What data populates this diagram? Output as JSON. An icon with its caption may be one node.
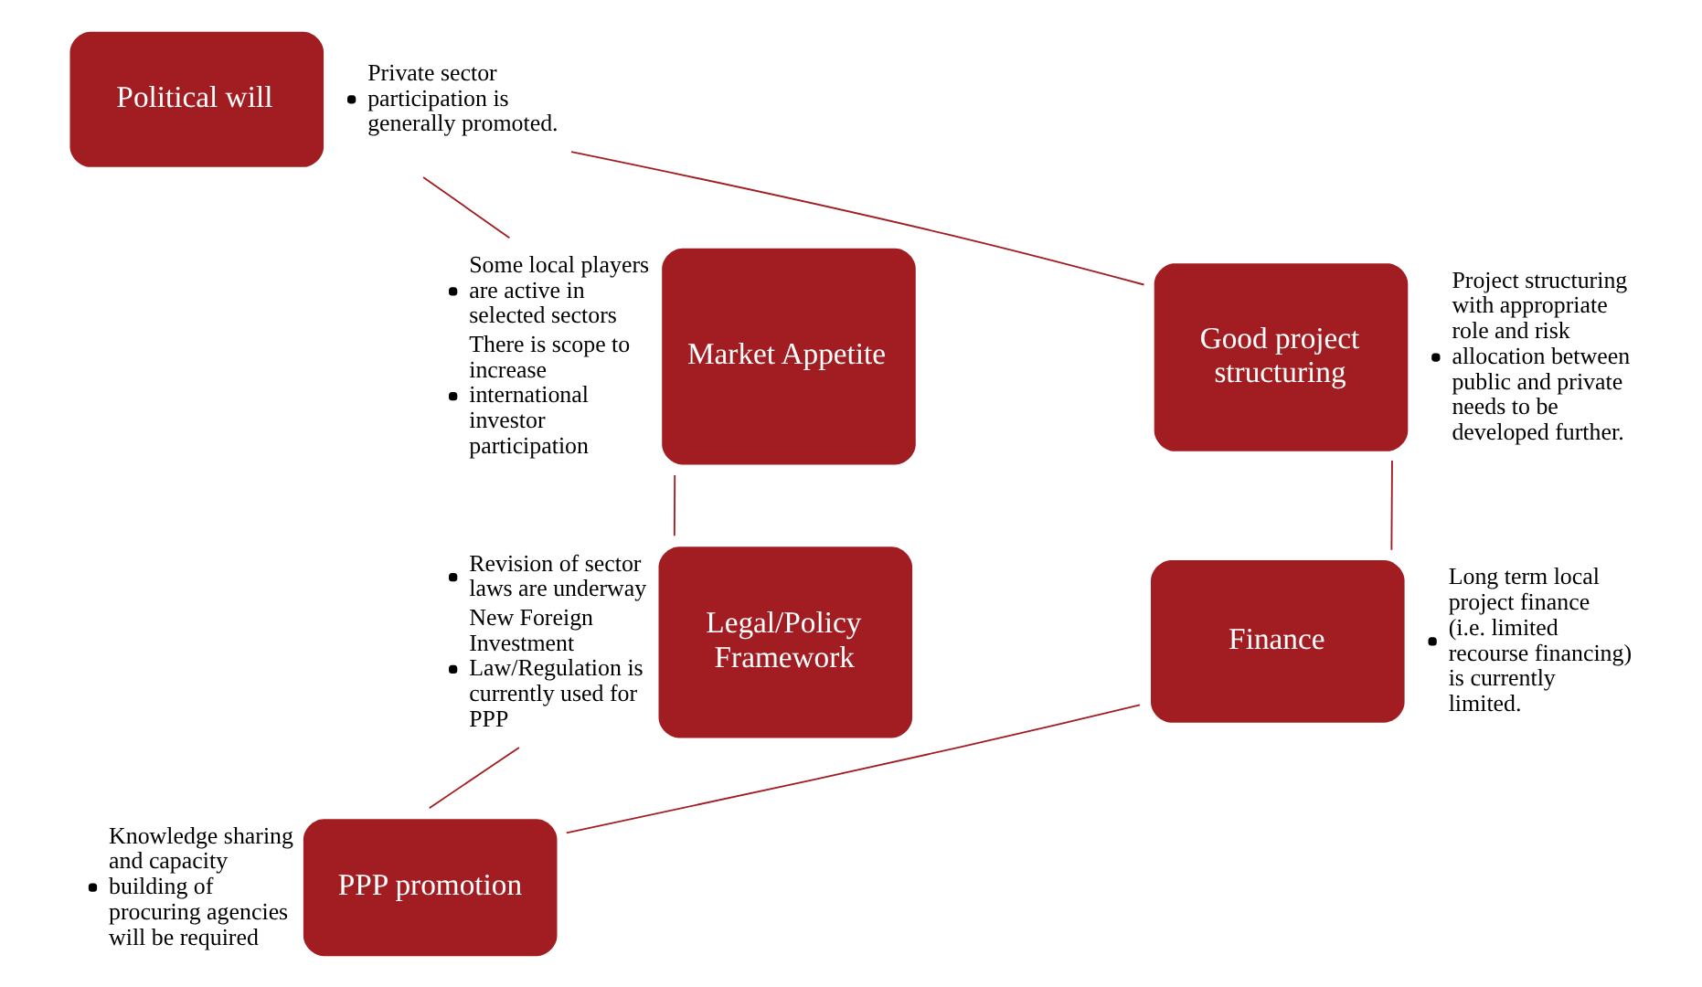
{
  "diagram": {
    "nodes": [
      {
        "text": [
          "Political will"
        ],
        "beside": [
          "Private sector participation is generally promoted."
        ]
      },
      {
        "text": [
          "Good project structuring"
        ],
        "beside": [
          "Project structuring with appropriate role and risk allocation between public and private needs to be developed further."
        ]
      },
      {
        "text": [
          "Finance"
        ],
        "beside": [
          "Long term local project finance (i.e. limited recourse financing) is currently limited."
        ]
      },
      {
        "text": [
          "PPP promotion"
        ],
        "beside": [
          "Knowledge sharing and capacity building of procuring agencies will be required"
        ]
      },
      {
        "text": [
          "Legal/Policy Framework"
        ],
        "beside": [
          "Revision of sector laws are underway",
          "New Foreign Investment Law/Regulation is currently used for PPP"
        ]
      },
      {
        "text": [
          "Market Appetite"
        ],
        "beside": [
          "Some local players are active in selected sectors",
          "There is scope to increase international investor participation"
        ]
      }
    ],
    "edges": [
      {
        "from": 0,
        "to": 1,
        "arrow": "none"
      },
      {
        "from": 1,
        "to": 2,
        "arrow": "none"
      },
      {
        "from": 2,
        "to": 3,
        "arrow": "none"
      },
      {
        "from": 3,
        "to": 4,
        "arrow": "none"
      },
      {
        "from": 4,
        "to": 5,
        "arrow": "none"
      },
      {
        "from": 5,
        "to": 0,
        "arrow": "none"
      }
    ]
  }
}
